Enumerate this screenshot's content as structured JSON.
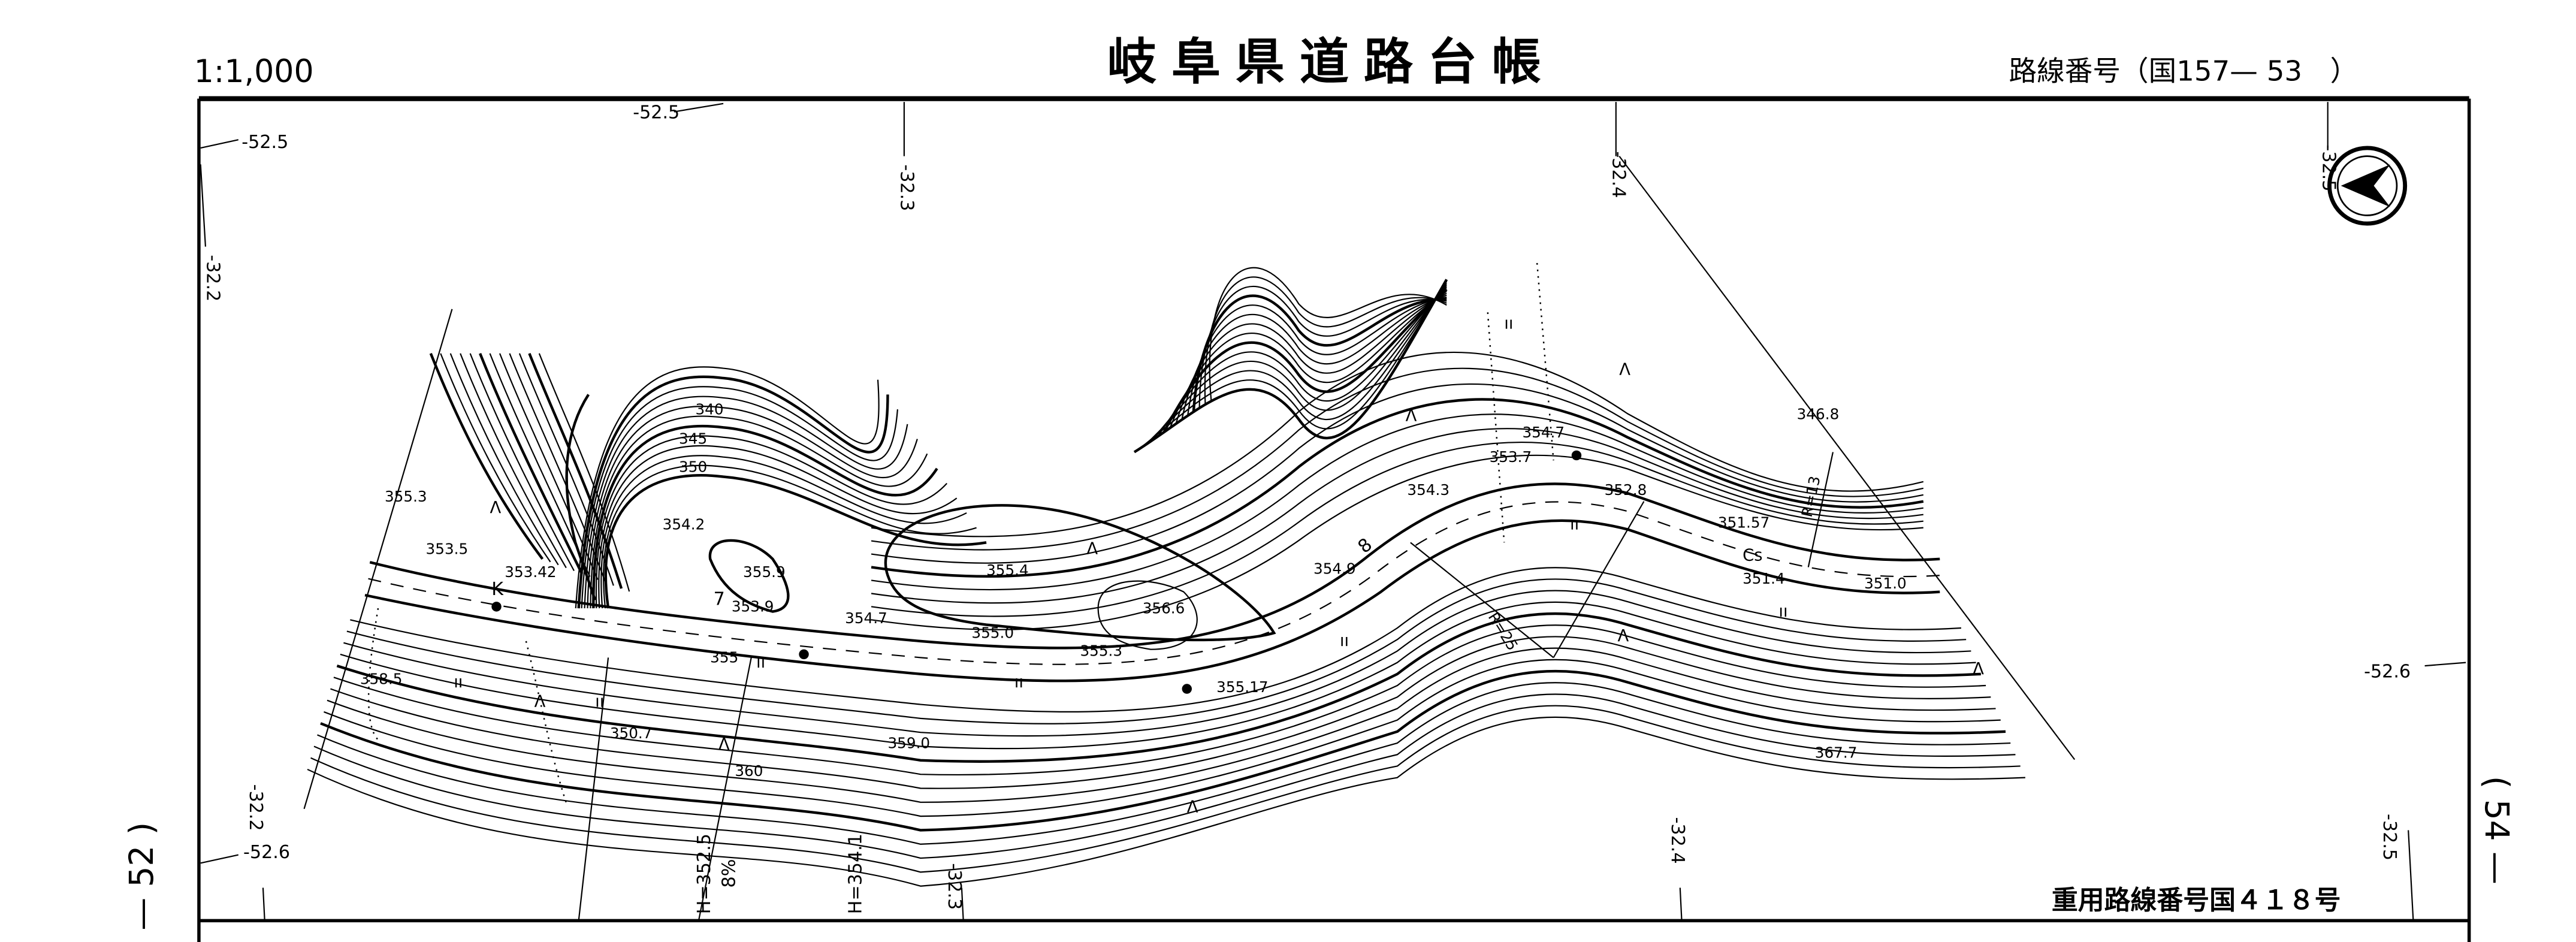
{
  "header": {
    "scale": "1:1,000",
    "title": "岐阜県道路台帳",
    "route_number_label": "路線番号（国157— 53　）"
  },
  "footer": {
    "heavy_route_label": "重用路線番号国４１８号"
  },
  "margins": {
    "left_sheet": "— 52 )",
    "right_sheet": "( 54 —"
  },
  "grid_labels": {
    "top_52_5_a": "-52.5",
    "top_52_5_b": "-52.5",
    "top_32_3": "-32.3",
    "top_32_4": "-32.4",
    "top_32_5": "-32.5",
    "left_32_2_top": "-32.2",
    "right_52_6": "-52.6",
    "left_32_2_bottom": "-32.2",
    "left_52_6": "-52.6",
    "bottom_32_3": "-32.3",
    "bottom_32_4": "-32.4",
    "bottom_32_5": "-32.5"
  },
  "profile_labels": {
    "h1": "H=352.5",
    "grade": "8%",
    "h2": "H=354.1"
  },
  "contour_labels": [
    "340",
    "345",
    "350",
    "355",
    "360"
  ],
  "spot_heights": [
    "355.3",
    "353.5",
    "354.2",
    "353.42",
    "355.9",
    "353.9",
    "354.7",
    "355.0",
    "355.4",
    "356.6",
    "355.3",
    "355.17",
    "354.9",
    "354.3",
    "353.7",
    "354.7",
    "352.8",
    "351.57",
    "351.4",
    "351.0",
    "346.8",
    "358.5",
    "350.7",
    "359.0",
    "367.7"
  ],
  "annotations": {
    "k_mark": "K",
    "seven": "7",
    "eight": "8",
    "cs": "Cs",
    "radius_25": "R=25",
    "radius_13": "R=13"
  },
  "icons": {
    "north_arrow": "north-arrow-icon",
    "land_symbol": "wasteland-symbol-icon",
    "grass_symbol": "grass-symbol-icon"
  }
}
